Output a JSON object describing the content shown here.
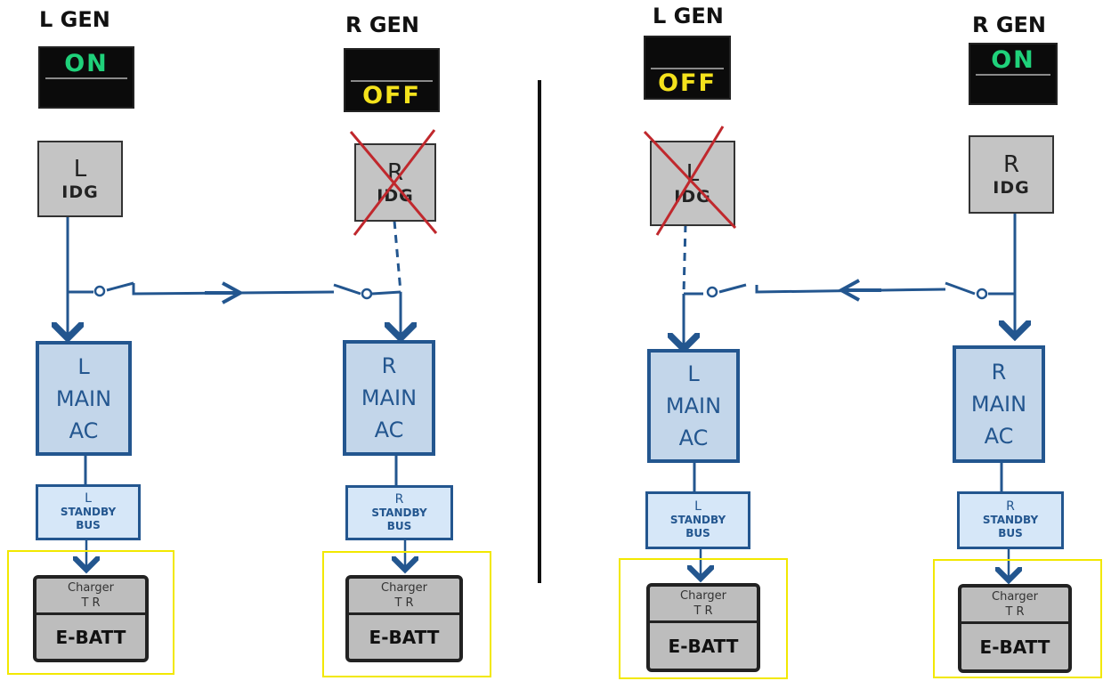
{
  "panels": [
    {
      "left_gen": {
        "label": "L GEN",
        "state": "ON"
      },
      "right_gen": {
        "label": "R GEN",
        "state": "OFF"
      },
      "left_idg": {
        "line1": "L",
        "line2": "IDG",
        "failed": false
      },
      "right_idg": {
        "line1": "R",
        "line2": "IDG",
        "failed": true
      },
      "left_main_ac": {
        "line1": "L",
        "line2": "MAIN",
        "line3": "AC"
      },
      "right_main_ac": {
        "line1": "R",
        "line2": "MAIN",
        "line3": "AC"
      },
      "left_standby": {
        "line1": "L",
        "line2": "STANDBY",
        "line3": "BUS"
      },
      "right_standby": {
        "line1": "R",
        "line2": "STANDBY",
        "line3": "BUS"
      },
      "left_batt": {
        "charger": "Charger",
        "tr": "T R",
        "batt": "E-BATT"
      },
      "right_batt": {
        "charger": "Charger",
        "tr": "T R",
        "batt": "E-BATT"
      },
      "power_flow": "left-to-right"
    },
    {
      "left_gen": {
        "label": "L GEN",
        "state": "OFF"
      },
      "right_gen": {
        "label": "R GEN",
        "state": "ON"
      },
      "left_idg": {
        "line1": "L",
        "line2": "IDG",
        "failed": true
      },
      "right_idg": {
        "line1": "R",
        "line2": "IDG",
        "failed": false
      },
      "left_main_ac": {
        "line1": "L",
        "line2": "MAIN",
        "line3": "AC"
      },
      "right_main_ac": {
        "line1": "R",
        "line2": "MAIN",
        "line3": "AC"
      },
      "left_standby": {
        "line1": "L",
        "line2": "STANDBY",
        "line3": "BUS"
      },
      "right_standby": {
        "line1": "R",
        "line2": "STANDBY",
        "line3": "BUS"
      },
      "left_batt": {
        "charger": "Charger",
        "tr": "T R",
        "batt": "E-BATT"
      },
      "right_batt": {
        "charger": "Charger",
        "tr": "T R",
        "batt": "E-BATT"
      },
      "power_flow": "right-to-left"
    }
  ],
  "colors": {
    "on_text": "#1fd17a",
    "off_text": "#f4e21c",
    "wire": "#23568f",
    "fail_cross": "#c0282d",
    "highlight": "#f2e800"
  }
}
